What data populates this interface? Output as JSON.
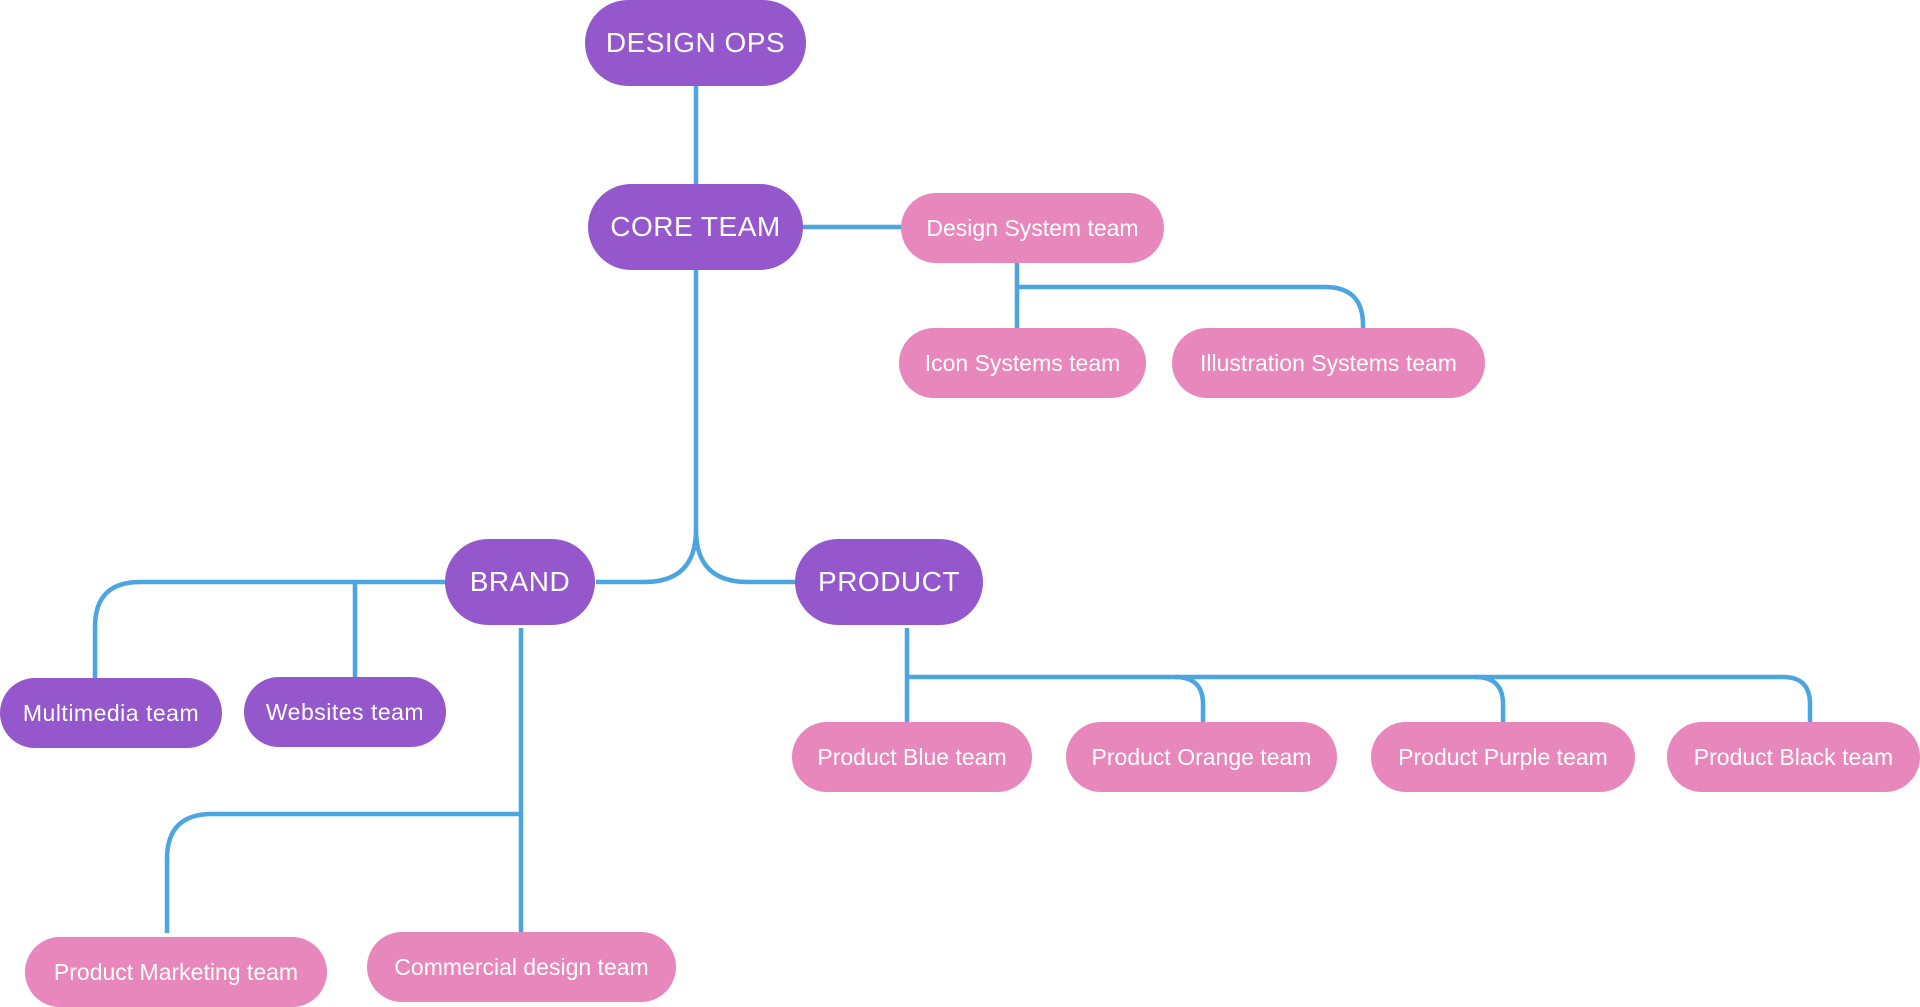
{
  "colors": {
    "group": "#9557CC",
    "team": "#E887BB",
    "connector": "#4AA5E1",
    "background": "#FFFFFF"
  },
  "nodes": {
    "design_ops": "DESIGN OPS",
    "core_team": "CORE TEAM",
    "brand": "BRAND",
    "product": "PRODUCT",
    "design_system_team": "Design System team",
    "icon_systems_team": "Icon Systems team",
    "illustration_systems_team": "Illustration Systems team",
    "multimedia_team": "Multimedia team",
    "websites_team": "Websites team",
    "product_marketing_team": "Product Marketing team",
    "commercial_design_team": "Commercial design team",
    "product_blue_team": "Product Blue team",
    "product_orange_team": "Product Orange team",
    "product_purple_team": "Product Purple team",
    "product_black_team": "Product Black team"
  }
}
